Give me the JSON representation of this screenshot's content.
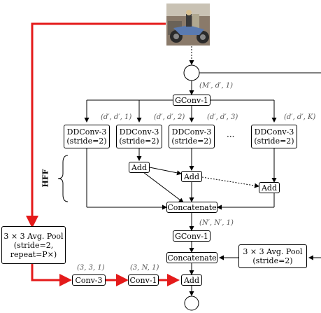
{
  "boxes": {
    "gconv1_top": "GConv-1",
    "ddconv_a_line1": "DDConv-3",
    "ddconv_a_line2": "(stride=2)",
    "ddconv_b_line1": "DDConv-3",
    "ddconv_b_line2": "(stride=2)",
    "ddconv_c_line1": "DDConv-3",
    "ddconv_c_line2": "(stride=2)",
    "ddconv_d_line1": "DDConv-3",
    "ddconv_d_line2": "(stride=2)",
    "add1": "Add",
    "add2": "Add",
    "add3": "Add",
    "concat_top": "Concatenate",
    "gconv1_bottom": "GConv-1",
    "concat_bottom": "Concatenate",
    "avgpool_right_line1": "3 × 3 Avg. Pool",
    "avgpool_right_line2": "(stride=2)",
    "avgpool_left_line1": "3 × 3 Avg. Pool",
    "avgpool_left_line2": "(stride=2,",
    "avgpool_left_line3": "repeat=P×)",
    "conv3": "Conv-3",
    "conv1": "Conv-1",
    "add_final": "Add"
  },
  "labels": {
    "gconv_top_shape": "(M′, d′, 1)",
    "dd_a_shape": "(d′, d′, 1)",
    "dd_b_shape": "(d′, d′, 2)",
    "dd_c_shape": "(d′, d′, 3)",
    "dd_d_shape": "(d′, d′, K)",
    "gconv_bottom_shape": "(N′, N′, 1)",
    "conv3_shape": "(3, 3, 1)",
    "conv1_shape": "(3, N, 1)",
    "hff": "HFF",
    "ellipsis": "···"
  },
  "image": {
    "subject": "motorcycle-photo"
  },
  "colors": {
    "skip_path": "#e41a1a",
    "line": "#000000"
  }
}
